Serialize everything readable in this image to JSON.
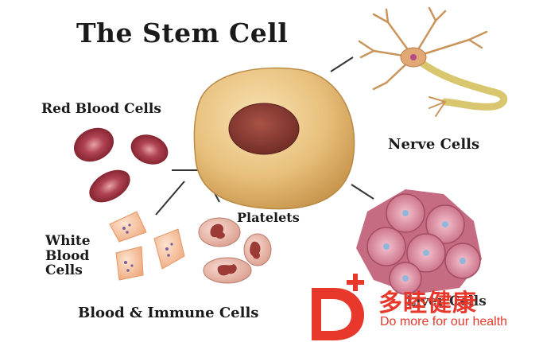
{
  "diagram": {
    "title": "The Stem Cell",
    "labels": {
      "red_blood_cells": "Red Blood Cells",
      "nerve_cells": "Nerve Cells",
      "platelets": "Platelets",
      "white_blood_cells": "White\nBlood\nCells",
      "blood_immune_cells": "Blood & Immune Cells",
      "liver_cells": "Liver Cells"
    }
  },
  "watermark": {
    "brand_cn": "多睦健康",
    "slogan": "Do more for our health",
    "color": "#e7382b"
  },
  "colors": {
    "stem_cell": "#e6bd78",
    "nucleus": "#8a3d35",
    "red_cell": "#9b2f3a",
    "white_cell": "#f6c9a6",
    "platelet": "#efc1b3",
    "liver": "#dc8fa3",
    "nerve": "#d9a36a"
  }
}
